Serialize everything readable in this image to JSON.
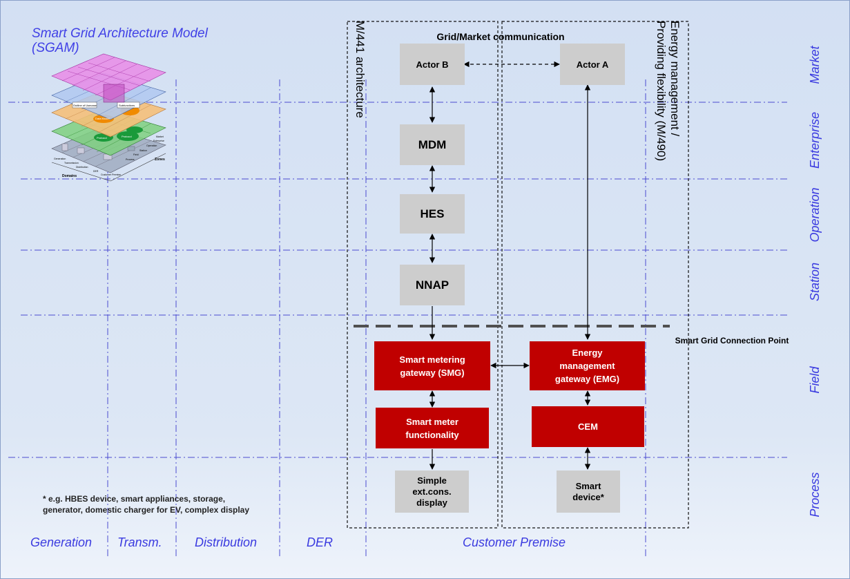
{
  "title": "Smart Grid Architecture Model (SGAM)",
  "zones": [
    "Market",
    "Enterprise",
    "Operation",
    "Station",
    "Field",
    "Process"
  ],
  "domains": [
    "Generation",
    "Transm.",
    "Distribution",
    "DER",
    "Customer Premise"
  ],
  "labels": {
    "m441": "M/441 architecture",
    "energy_mgmt_line1": "Energy management /",
    "energy_mgmt_line2": "Providing flexibility (M/490)",
    "grid_market": "Grid/Market communication",
    "sgcp": "Smart Grid Connection Point",
    "footnote": "* e.g. HBES device, smart appliances, storage, generator, domestic charger for EV, complex display"
  },
  "boxes": {
    "actor_b": "Actor B",
    "actor_a": "Actor A",
    "mdm": "MDM",
    "hes": "HES",
    "nnap": "NNAP",
    "smg": "Smart metering gateway (SMG)",
    "emg": "Energy management gateway (EMG)",
    "smf": "Smart meter functionality",
    "cem": "CEM",
    "display": "Simple ext.cons. display",
    "smart_device": "Smart device*"
  },
  "sgam_thumbnail": {
    "layer_labels": [
      "Outline of Usecase",
      "Subfunctions",
      "Data Model",
      "Protocol",
      "Protocol"
    ],
    "zones_label": "Zones",
    "domains_label": "Domains",
    "zone_items": [
      "Market",
      "Enterprise",
      "Operation",
      "Station",
      "Field",
      "Process"
    ],
    "domain_items": [
      "Generation",
      "Transmission",
      "Distribution",
      "DER",
      "Customer Premise"
    ]
  },
  "colors": {
    "zone_text": "#3a3ae0",
    "grid_line": "#4444cc",
    "red_box": "#c00000",
    "grey_box": "#cdcdcd",
    "sgcp_line": "#505050"
  }
}
